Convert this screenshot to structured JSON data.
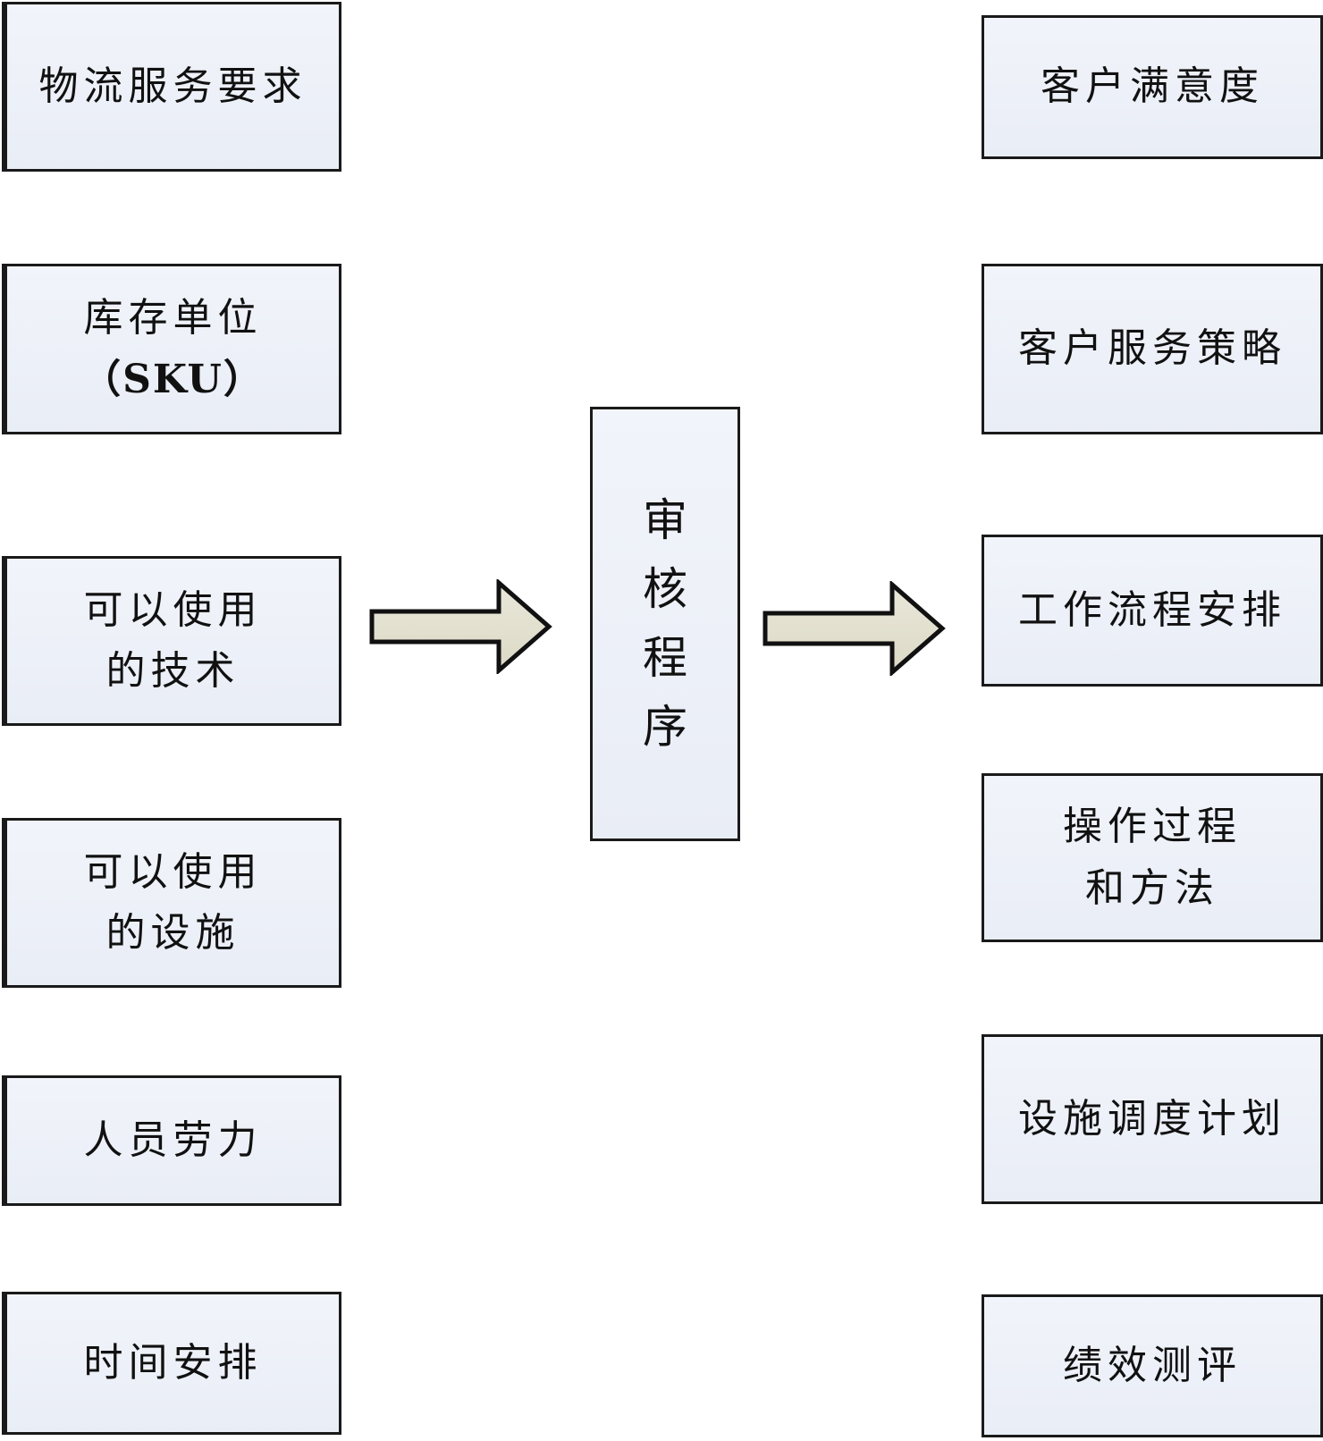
{
  "diagram": {
    "inputs": [
      {
        "lines": [
          "物流服务要求"
        ]
      },
      {
        "lines": [
          "库存单位",
          "（SKU）"
        ]
      },
      {
        "lines": [
          "可以使用",
          "的技术"
        ]
      },
      {
        "lines": [
          "可以使用",
          "的设施"
        ]
      },
      {
        "lines": [
          "人员劳力"
        ]
      },
      {
        "lines": [
          "时间安排"
        ]
      }
    ],
    "process": {
      "label": "审核程序",
      "chars": [
        "审",
        "核",
        "程",
        "序"
      ]
    },
    "outputs": [
      {
        "lines": [
          "客户满意度"
        ]
      },
      {
        "lines": [
          "客户服务策略"
        ]
      },
      {
        "lines": [
          "工作流程安排"
        ]
      },
      {
        "lines": [
          "操作过程",
          "和方法"
        ]
      },
      {
        "lines": [
          "设施调度计划"
        ]
      },
      {
        "lines": [
          "绩效测评"
        ]
      }
    ],
    "colors": {
      "box_fill": "#edf0f7",
      "box_border": "#1a1a1a",
      "arrow_fill": "#e3e0cf",
      "arrow_border": "#111111"
    }
  }
}
